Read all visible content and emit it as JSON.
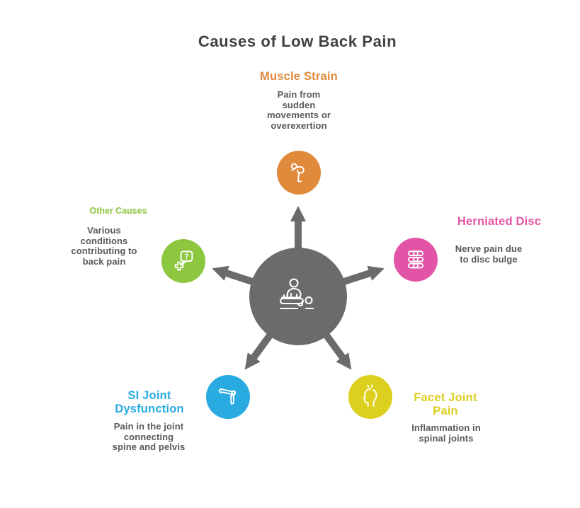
{
  "title": "Causes of Low Back Pain",
  "colors": {
    "title": "#414042",
    "body": "#58595B",
    "background": "#FFFFFF"
  },
  "center": {
    "icon": "massage-therapy-icon",
    "color": "#6B6B6B"
  },
  "causes": [
    {
      "id": "muscle-strain",
      "position": "top",
      "label": "Muscle Strain",
      "description": "Pain from\nsudden\nmovements or\noverexertion",
      "color": "#E08A3C",
      "icon": "bending-person-icon"
    },
    {
      "id": "herniated-disc",
      "position": "right",
      "label": "Herniated Disc",
      "description": "Nerve pain due\nto disc bulge",
      "color": "#E254A5",
      "icon": "spinal-discs-icon"
    },
    {
      "id": "facet-joint-pain",
      "position": "bottom-right",
      "label": "Facet Joint\nPain",
      "description": "Inflammation in\nspinal joints",
      "color": "#DCCF1E",
      "icon": "head-pain-icon"
    },
    {
      "id": "si-joint-dysfunction",
      "position": "bottom-left",
      "label": "SI Joint\nDysfunction",
      "description": "Pain in the joint\nconnecting\nspine and pelvis",
      "color": "#29ABE2",
      "icon": "bone-joint-icon"
    },
    {
      "id": "other-causes",
      "position": "left",
      "label": "Other Causes",
      "description": "Various\nconditions\ncontributing to\nback pain",
      "color": "#8DC63F",
      "icon": "question-bubble-cross-icon"
    }
  ]
}
